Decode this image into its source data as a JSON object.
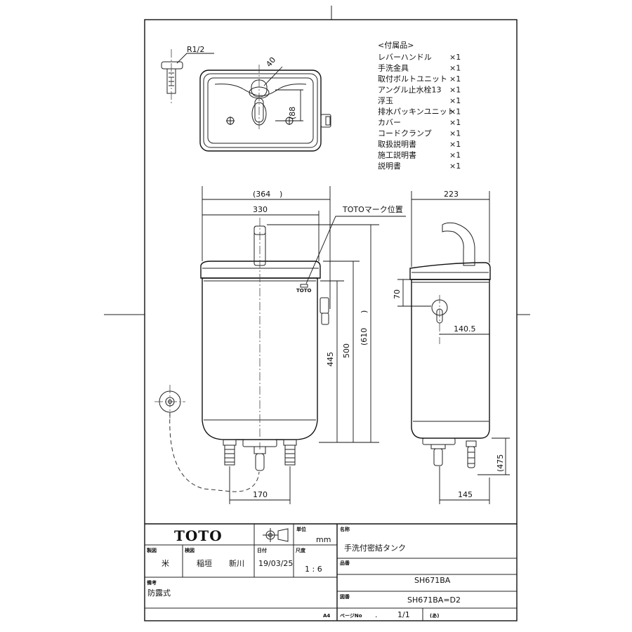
{
  "dimensions": {
    "r12": "R1/2",
    "d40": "40",
    "d88": "(88",
    "d364": "(364",
    "d364close": ")",
    "d330": "330",
    "d500": "500",
    "d445": "445",
    "d610": "(610",
    "d610close": ")",
    "d170": "170",
    "d223": "223",
    "d70": "70",
    "d1405": "140.5",
    "d145": "145",
    "d475": "(475"
  },
  "toto_mark_label": "TOTOマーク位置",
  "accessories": {
    "header": "<付属品>",
    "items": [
      {
        "name": "レバーハンドル",
        "qty": "×1"
      },
      {
        "name": "手洗金具",
        "qty": "×1"
      },
      {
        "name": "取付ボルトユニット",
        "qty": "×1"
      },
      {
        "name": "アングル止水栓13",
        "qty": "×1"
      },
      {
        "name": "浮玉",
        "qty": "×1"
      },
      {
        "name": "排水パッキンユニット",
        "qty": "×1"
      },
      {
        "name": "カバー",
        "qty": "×1"
      },
      {
        "name": "コードクランプ",
        "qty": "×1"
      },
      {
        "name": "取扱説明書",
        "qty": "×1"
      },
      {
        "name": "施工説明書",
        "qty": "×1"
      },
      {
        "name": "説明書",
        "qty": "×1"
      }
    ]
  },
  "title_block": {
    "brand": "TOTO",
    "unit_label": "単位",
    "unit": "mm",
    "name_label": "名称",
    "name": "手洗付密結タンク",
    "drawn_label": "製図",
    "drawn": "米",
    "checked_label": "検図",
    "checked_1": "稲垣",
    "checked_2": "新川",
    "date_label": "日付",
    "date": "19/03/25",
    "scale_label": "尺度",
    "scale": "1 : 6",
    "model_label": "品番",
    "model": "SH671BA",
    "note_label": "備考",
    "note": "防露式",
    "drawing_no_label": "図番",
    "drawing_no": "SH671BA=D2",
    "paper": "A4",
    "page_label": "ページNo",
    "page_sep": ".",
    "page": "1/1",
    "revision": "(あ)",
    "logo_text": "TOTO"
  }
}
